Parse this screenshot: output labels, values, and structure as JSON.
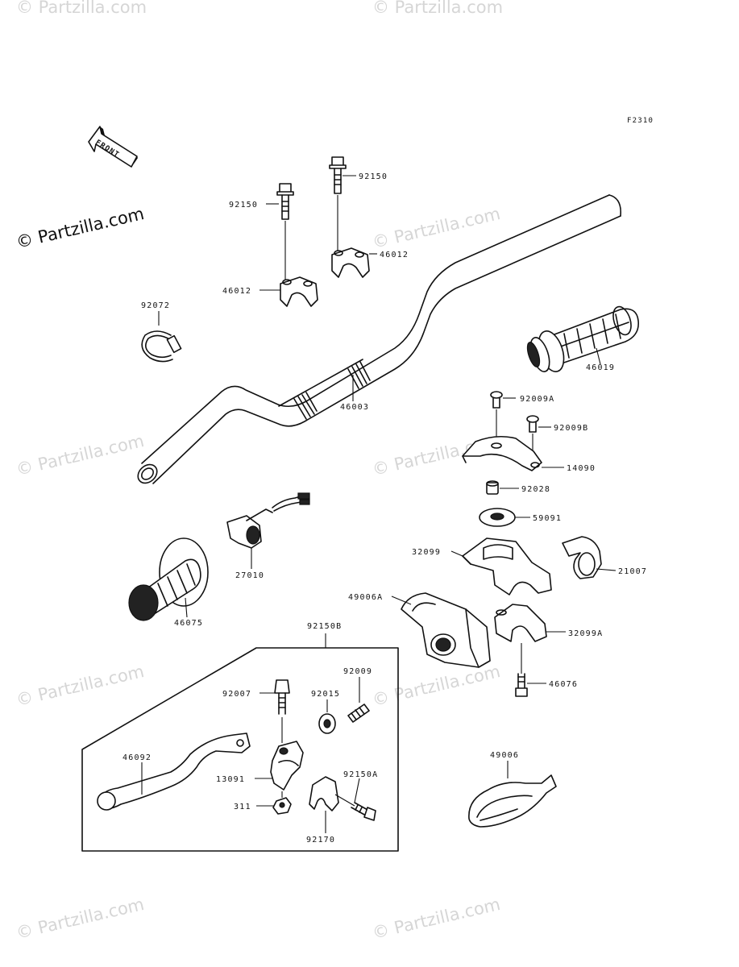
{
  "figure_code": "F2310",
  "front_arrow_label": "FRONT",
  "watermark_text": "© Partzilla.com",
  "parts": [
    {
      "key": "p92150_left",
      "label": "92150"
    },
    {
      "key": "p92150_right",
      "label": "92150"
    },
    {
      "key": "p46012_left",
      "label": "46012"
    },
    {
      "key": "p46012_right",
      "label": "46012"
    },
    {
      "key": "p92072",
      "label": "92072"
    },
    {
      "key": "p46003",
      "label": "46003"
    },
    {
      "key": "p46019",
      "label": "46019"
    },
    {
      "key": "p92009A",
      "label": "92009A"
    },
    {
      "key": "p92009B",
      "label": "92009B"
    },
    {
      "key": "p14090",
      "label": "14090"
    },
    {
      "key": "p92028",
      "label": "92028"
    },
    {
      "key": "p59091",
      "label": "59091"
    },
    {
      "key": "p32099",
      "label": "32099"
    },
    {
      "key": "p21007",
      "label": "21007"
    },
    {
      "key": "p27010",
      "label": "27010"
    },
    {
      "key": "p46075",
      "label": "46075"
    },
    {
      "key": "p49006A",
      "label": "49006A"
    },
    {
      "key": "p32099A",
      "label": "32099A"
    },
    {
      "key": "p46076",
      "label": "46076"
    },
    {
      "key": "p92150B",
      "label": "92150B"
    },
    {
      "key": "p92007",
      "label": "92007"
    },
    {
      "key": "p92015",
      "label": "92015"
    },
    {
      "key": "p92009",
      "label": "92009"
    },
    {
      "key": "p46092",
      "label": "46092"
    },
    {
      "key": "p13091",
      "label": "13091"
    },
    {
      "key": "p92150A",
      "label": "92150A"
    },
    {
      "key": "p311",
      "label": "311"
    },
    {
      "key": "p92170",
      "label": "92170"
    },
    {
      "key": "p49006",
      "label": "49006"
    }
  ]
}
